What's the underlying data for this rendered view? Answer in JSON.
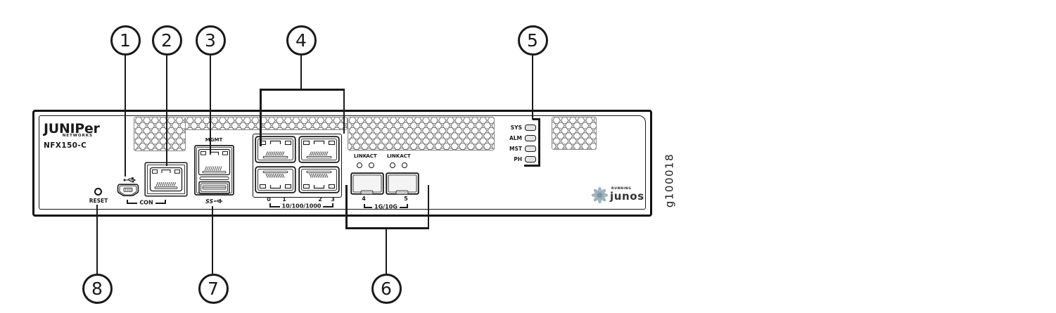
{
  "figure_id": "g100018",
  "callouts": {
    "c1": "1",
    "c2": "2",
    "c3": "3",
    "c4": "4",
    "c5": "5",
    "c6": "6",
    "c7": "7",
    "c8": "8"
  },
  "brand": {
    "logo": "JUNIPer",
    "networks": "NETWORKS",
    "model": "NFX150-C"
  },
  "panel": {
    "reset_label": "RESET",
    "con_label": "CON",
    "mgmt_label": "MGMT",
    "ss_label": "SS",
    "copper": {
      "n0": "0",
      "n1": "1",
      "n2": "2",
      "n3": "3",
      "speed": "10/100/1000"
    },
    "sfp": {
      "n4": "4",
      "n5": "5",
      "speed": "1G/10G",
      "link1": "LINK",
      "act1": "ACT",
      "link2": "LINK",
      "act2": "ACT"
    },
    "leds": {
      "sys": "SYS",
      "alm": "ALM",
      "mst": "MST",
      "ph": "PH"
    },
    "junos": {
      "running": "RUNNING",
      "name": "JUNOS"
    }
  },
  "icons": {
    "usb": "usb-trident-icon",
    "ss_usb": "superspeed-usb-icon",
    "flower": "junos-flower-icon"
  },
  "colors": {
    "line": "#1a1a1a",
    "vent_stroke": "#808080",
    "flower": "#8ba1ae",
    "led_fill": "#e4e4e4"
  }
}
